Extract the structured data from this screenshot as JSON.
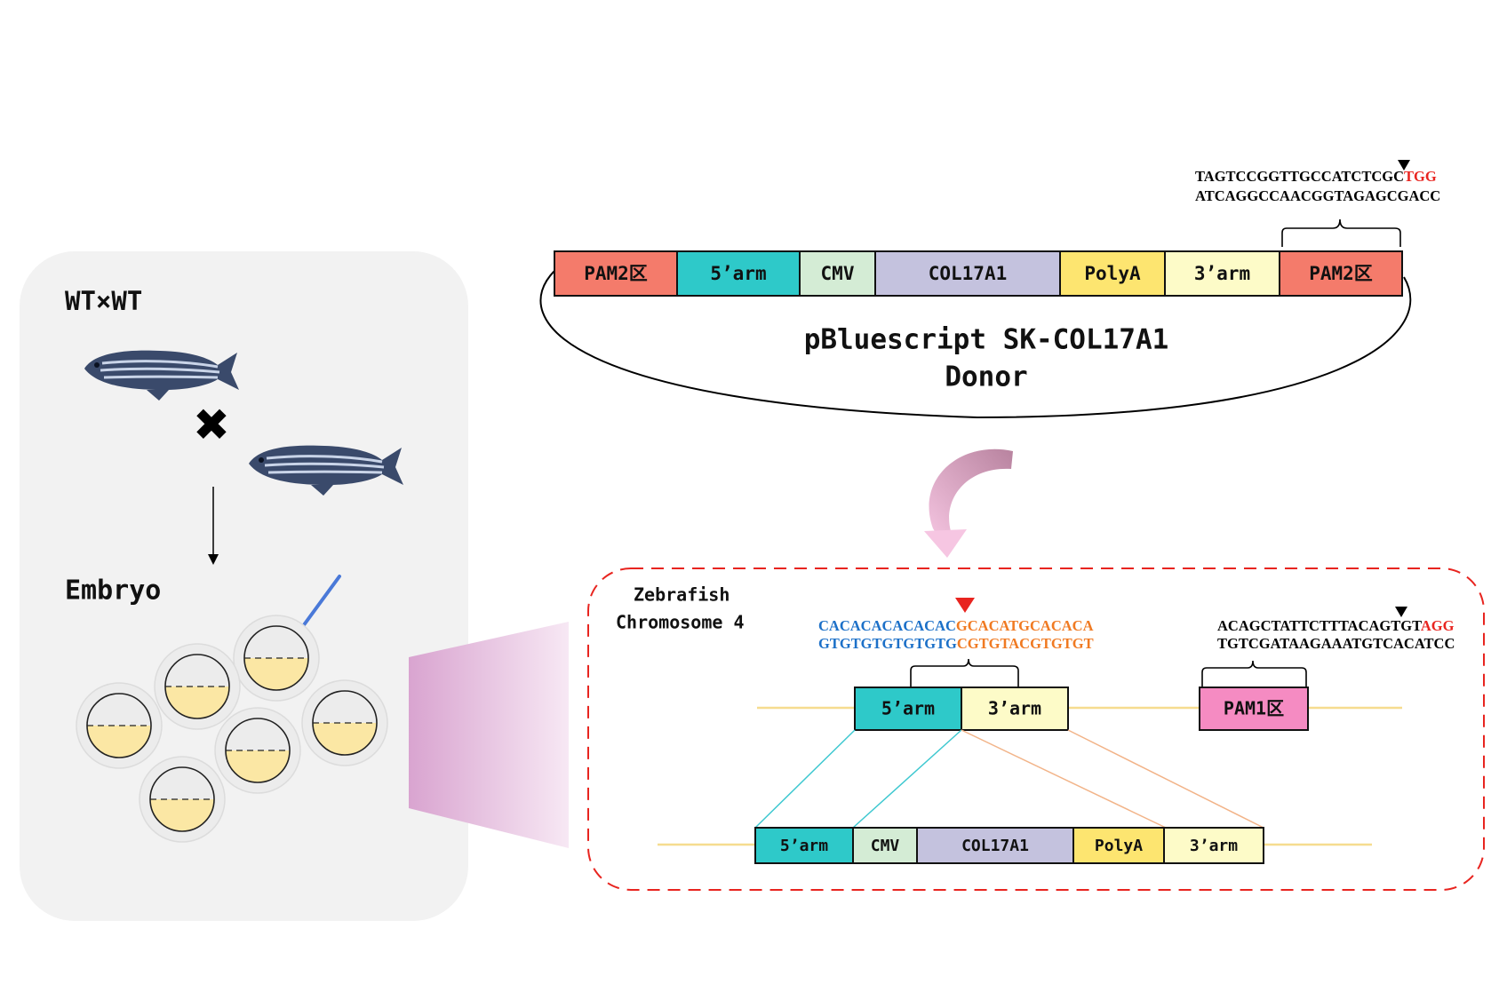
{
  "left_panel": {
    "cross_label": "WT×WT",
    "cross_mark": "✖",
    "embryo_label": "Embryo",
    "icons": [
      "zebrafish-icon",
      "cross-icon",
      "down-arrow-icon",
      "microinjection-needle-icon",
      "embryo-icon"
    ]
  },
  "donor": {
    "title": "pBluescript SK-COL17A1",
    "subtitle": "Donor",
    "segments": [
      {
        "label": "PAM2区",
        "color": "#f47b6b"
      },
      {
        "label": "5’arm",
        "color": "#2ec9c9"
      },
      {
        "label": "CMV",
        "color": "#d4ecd5"
      },
      {
        "label": "COL17A1",
        "color": "#c4c2de"
      },
      {
        "label": "PolyA",
        "color": "#fde570"
      },
      {
        "label": "3’arm",
        "color": "#fdfbc8"
      },
      {
        "label": "PAM2区",
        "color": "#f47b6b"
      }
    ],
    "seq_top_black": "TAGTCCGGTTGCCATCTCGC",
    "seq_top_pam": "TGG",
    "seq_bottom": "ATCAGGCCAACGGTAGAGCGACC"
  },
  "chromosome": {
    "title_line1": "Zebrafish",
    "title_line2": "Chromosome 4",
    "seq1_top_blue": "CACACACACACAC",
    "seq1_top_orange": "GCACATGCACACA",
    "seq1_bottom_blue": "GTGTGTGTGTGTG",
    "seq1_bottom_orange": "CGTGTACGTGTGT",
    "seq2_top_black": "ACAGCTATTCTTTACAGTGT",
    "seq2_top_pam": "AGG",
    "seq2_bottom": "TGTCGATAAGAAATGTCACATCC",
    "arm5_label": "5’arm",
    "arm3_label": "3’arm",
    "pam1_label": "PAM1区",
    "integrated": [
      {
        "label": "5’arm",
        "color": "#2ec9c9"
      },
      {
        "label": "CMV",
        "color": "#d4ecd5"
      },
      {
        "label": "COL17A1",
        "color": "#c4c2de"
      },
      {
        "label": "PolyA",
        "color": "#fde570"
      },
      {
        "label": "3’arm",
        "color": "#fdfbc8"
      }
    ]
  },
  "colors": {
    "pam_red": "#e8241f",
    "seq_blue": "#1c70c8",
    "seq_orange": "#f07a22",
    "dashed_border": "#e8241f",
    "chromosome_line": "#f6dc8f",
    "pam1": "#f58bc2",
    "yolk": "#fbe7a4",
    "panel_bg": "#f2f2f2"
  }
}
